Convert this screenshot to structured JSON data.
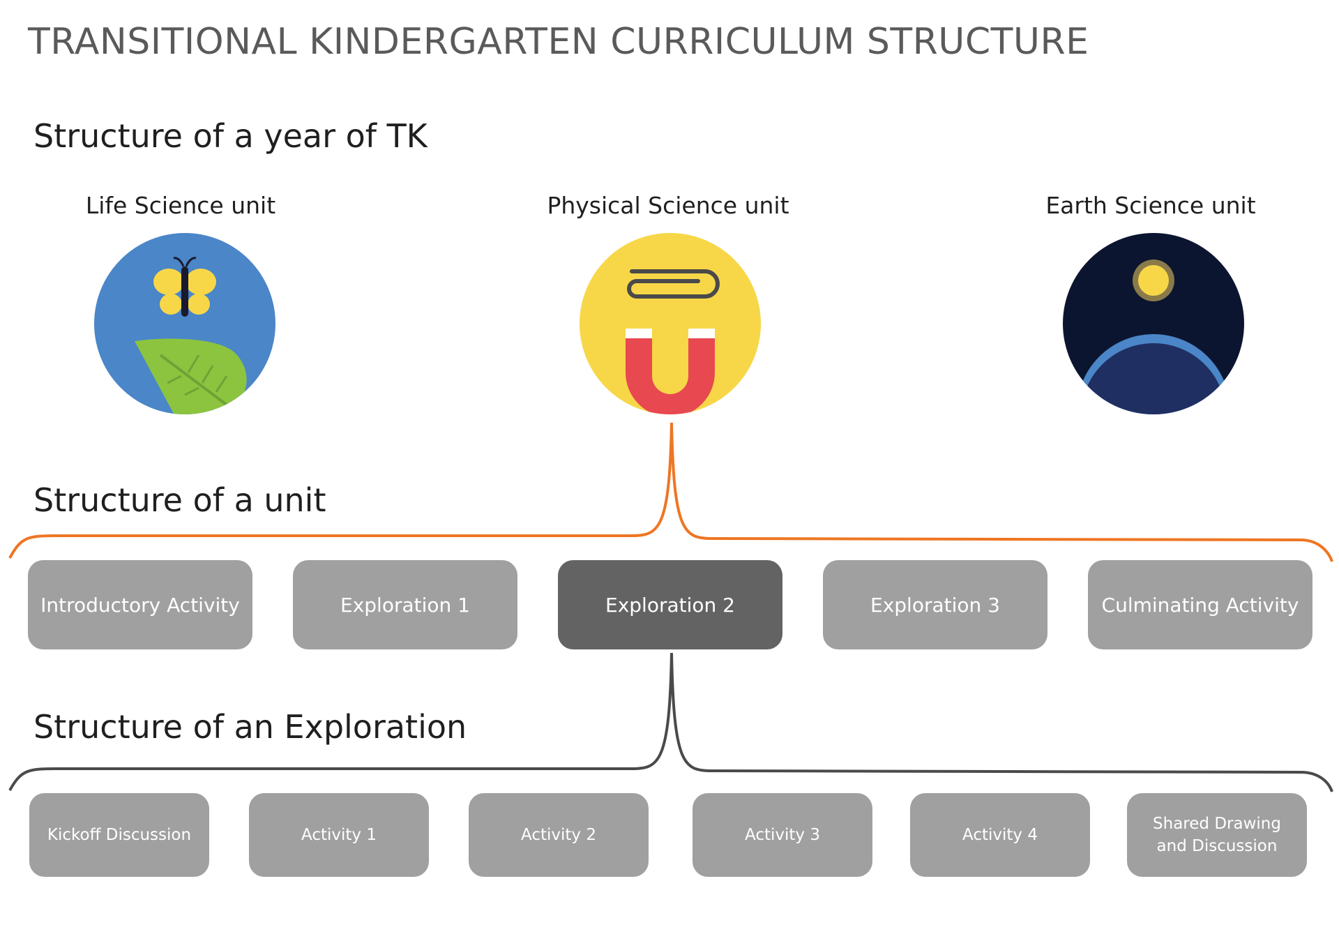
{
  "title": "TRANSITIONAL KINDERGARTEN CURRICULUM STRUCTURE",
  "sections": {
    "year": "Structure of a year of TK",
    "unit": "Structure of a unit",
    "exploration": "Structure of an Exploration"
  },
  "units": [
    {
      "label": "Life Science unit",
      "icon": "butterfly-leaf-icon",
      "bg_color": "#4a86c8"
    },
    {
      "label": "Physical Science unit",
      "icon": "magnet-paperclip-icon",
      "bg_color": "#f7d748"
    },
    {
      "label": "Earth Science unit",
      "icon": "sun-earth-icon",
      "bg_color": "#0c1530"
    }
  ],
  "unit_structure": [
    {
      "label": "Introductory Activity",
      "selected": false
    },
    {
      "label": "Exploration 1",
      "selected": false
    },
    {
      "label": "Exploration 2",
      "selected": true
    },
    {
      "label": "Exploration 3",
      "selected": false
    },
    {
      "label": "Culminating Activity",
      "selected": false
    }
  ],
  "exploration_structure": [
    "Kickoff Discussion",
    "Activity 1",
    "Activity 2",
    "Activity 3",
    "Activity 4",
    "Shared Drawing and Discussion"
  ],
  "colors": {
    "unit_bracket": "#ee7623",
    "exploration_bracket": "#4a4a4a",
    "box": "#a0a0a0",
    "box_active": "#636363"
  }
}
